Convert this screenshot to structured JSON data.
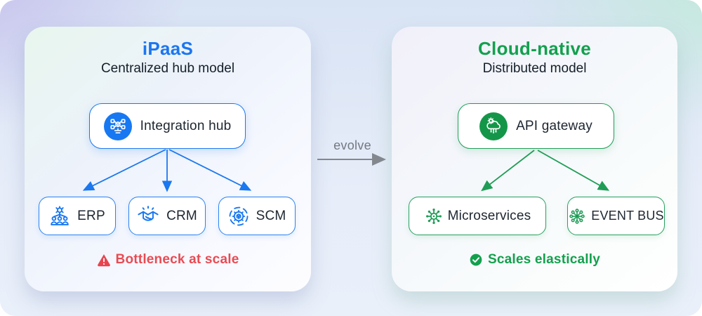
{
  "left_panel": {
    "title": "iPaaS",
    "subtitle": "Centralized hub model",
    "accent": "#1a78f0",
    "hub": {
      "label": "Integration hub",
      "icon": "integration-hub-icon"
    },
    "children": [
      {
        "label": "ERP",
        "icon": "erp-icon"
      },
      {
        "label": "CRM",
        "icon": "crm-icon"
      },
      {
        "label": "SCM",
        "icon": "scm-icon"
      }
    ],
    "note": {
      "label": "Bottleneck at scale",
      "icon": "warning-icon",
      "color": "#e94b54"
    }
  },
  "connector": {
    "label": "evolve",
    "color": "#8a8f98"
  },
  "right_panel": {
    "title": "Cloud-native",
    "subtitle": "Distributed model",
    "accent": "#149649",
    "hub": {
      "label": "API gateway",
      "icon": "api-gateway-icon"
    },
    "children": [
      {
        "label": "Microservices",
        "icon": "microservices-icon"
      },
      {
        "label": "EVENT BUS",
        "icon": "event-bus-icon"
      }
    ],
    "note": {
      "label": "Scales elastically",
      "icon": "check-icon",
      "color": "#13a04e"
    }
  }
}
